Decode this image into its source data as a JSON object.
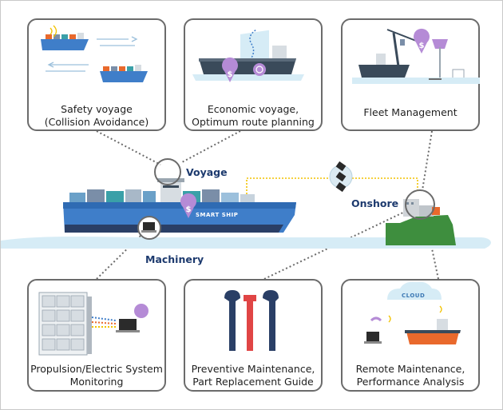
{
  "cards": {
    "safety_voyage": {
      "line1": "Safety voyage",
      "line2": "(Collision Avoidance)"
    },
    "economic_voyage": {
      "line1": "Economic voyage,",
      "line2": "Optimum route planning"
    },
    "fleet_management": {
      "line1": "Fleet Management"
    },
    "propulsion": {
      "line1": "Propulsion/Electric System",
      "line2": "Monitoring"
    },
    "preventive": {
      "line1": "Preventive Maintenance,",
      "line2": "Part Replacement Guide"
    },
    "remote": {
      "line1": "Remote Maintenance,",
      "line2": "Performance Analysis"
    }
  },
  "hubs": {
    "voyage": "Voyage",
    "onshore": "Onshore",
    "machinery": "Machinery"
  },
  "ship_label": "SMART SHIP",
  "cloud_label": "CLOUD",
  "colors": {
    "card_border": "#6b6b6b",
    "navy": "#1d3a6e",
    "hull_blue": "#3f7ec9",
    "water": "#d6ecf6",
    "green": "#3e8e3e",
    "purple": "#b58bd6",
    "orange": "#e9692c",
    "yellow_link": "#f2c200"
  }
}
